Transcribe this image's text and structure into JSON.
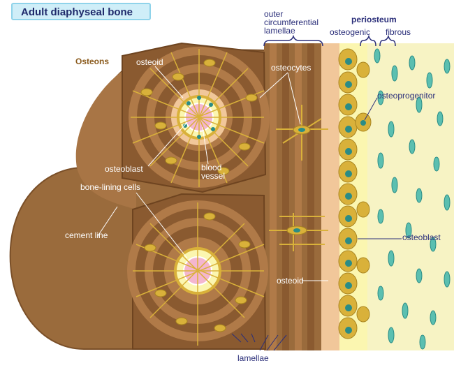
{
  "title": "Adult diaphyseal bone",
  "labels": {
    "osteons": "Osteons",
    "osteoid_top": "osteoid",
    "osteoblast_left": "osteoblast",
    "blood": "blood",
    "vessel": "vessel",
    "bone_lining_cells": "bone-lining cells",
    "cement_line": "cement line",
    "outer": "outer",
    "circumferential": "circumferential",
    "lamellae_top": "lamellae",
    "periosteum": "periosteum",
    "osteogenic": "osteogenic",
    "fibrous": "fibrous",
    "osteocytes": "osteocytes",
    "osteoprogenitor": "osteoprogenitor",
    "osteoblast_right": "osteoblast",
    "osteoid_bottom": "osteoid",
    "lamellae_bottom": "lamellae"
  },
  "colors": {
    "bone_dark": "#9a6b3c",
    "bone_light": "#c08b55",
    "osteoid": "#f1c79a",
    "periosteum": "#fbf6b0",
    "cell": "#d9b13a",
    "nucleus": "#2a8c86",
    "fibro": "#5bbfb0",
    "vessel": "#f4b6cf",
    "label_text": "#2b2f7a",
    "title_bg": "#cfeef8"
  }
}
